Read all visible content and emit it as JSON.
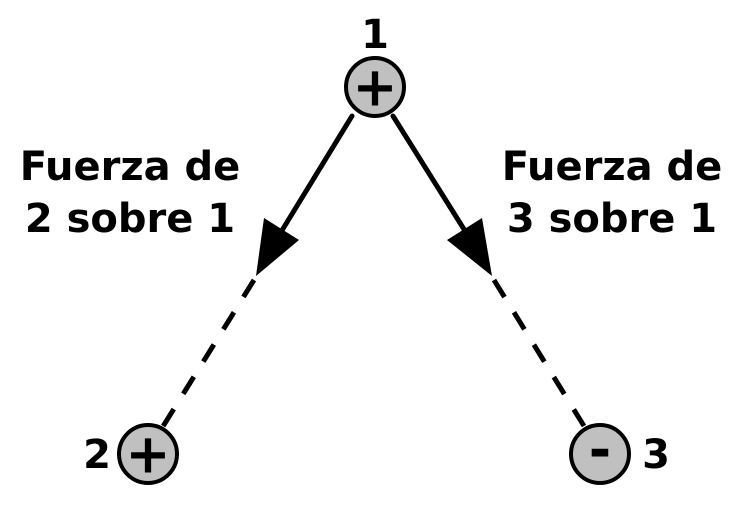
{
  "charges": [
    {
      "id": "1",
      "label": "1",
      "sign": "+"
    },
    {
      "id": "2",
      "label": "2",
      "sign": "+"
    },
    {
      "id": "3",
      "label": "3",
      "sign": "-"
    }
  ],
  "forces": [
    {
      "line1": "Fuerza de",
      "line2": "2 sobre 1"
    },
    {
      "line1": "Fuerza de",
      "line2": "3 sobre 1"
    }
  ],
  "colors": {
    "charge_fill": "#c0c0c0",
    "stroke": "#000000"
  }
}
